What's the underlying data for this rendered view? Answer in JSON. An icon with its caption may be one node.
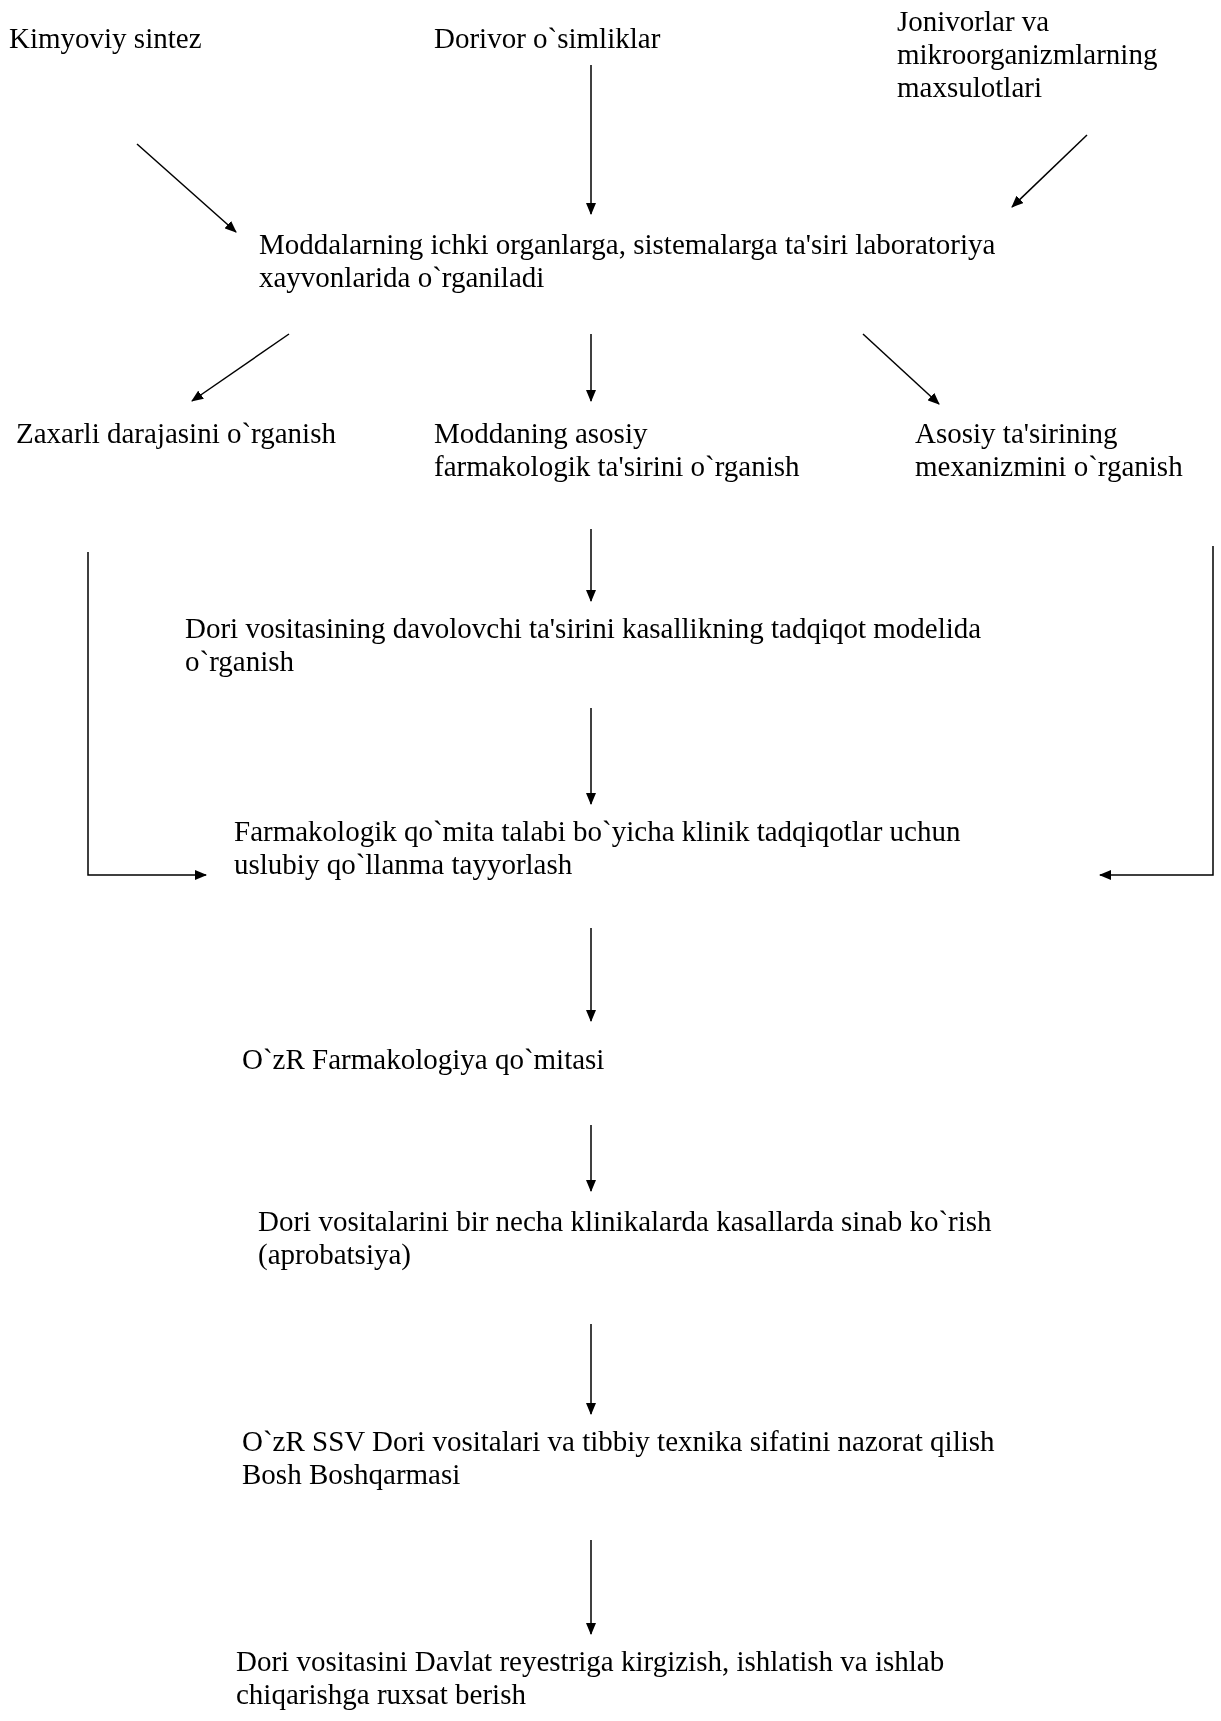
{
  "diagram": {
    "nodes": [
      {
        "text": [
          "Kimyoviy sintez"
        ]
      },
      {
        "text": [
          "Dorivor o`simliklar"
        ]
      },
      {
        "text": [
          "Jonivorlar va mikroorganizmlarning maxsulotlari"
        ]
      },
      {
        "text": [
          "Moddalarning ichki organlarga, sistemalarga ta'siri laboratoriya xayvonlarida o`rganiladi"
        ]
      },
      {
        "text": [
          "Zaxarli darajasini o`rganish"
        ]
      },
      {
        "text": [
          "Moddaning asosiy",
          "farmakologik ta'sirini o`rganish"
        ]
      },
      {
        "text": [
          "Asosiy ta'sirining",
          "mexanizmini o`rganish"
        ]
      },
      {
        "text": [
          "Dori vositasining davolovchi ta'sirini kasallikning tadqiqot modelida o`rganish"
        ]
      },
      {
        "text": [
          "Farmakologik qo`mita talabi bo`yicha klinik tadqiqotlar uchun uslubiy qo`llanma tayyorlash"
        ]
      },
      {
        "text": [
          "O`zR Farmakologiya qo`mitasi"
        ]
      },
      {
        "text": [
          "Dori vositalarini bir necha klinikalarda kasallarda sinab ko`rish (aprobatsiya)"
        ]
      },
      {
        "text": [
          "O`zR SSV Dori vositalari va tibbiy texnika sifatini nazorat qilish Bosh Boshqarmasi"
        ]
      },
      {
        "text": [
          "Dori vositasini Davlat reyestriga kirgizish, ishlatish va ishlab chiqarishga ruxsat berish"
        ]
      }
    ],
    "edges": [
      {
        "from": 0,
        "to": 3,
        "arrow": "to"
      },
      {
        "from": 1,
        "to": 3,
        "arrow": "to"
      },
      {
        "from": 2,
        "to": 3,
        "arrow": "to"
      },
      {
        "from": 3,
        "to": 4,
        "arrow": "to"
      },
      {
        "from": 3,
        "to": 5,
        "arrow": "to"
      },
      {
        "from": 3,
        "to": 6,
        "arrow": "to"
      },
      {
        "from": 5,
        "to": 7,
        "arrow": "to"
      },
      {
        "from": 7,
        "to": 8,
        "arrow": "to"
      },
      {
        "from": 4,
        "to": 8,
        "arrow": "to"
      },
      {
        "from": 6,
        "to": 8,
        "arrow": "to"
      },
      {
        "from": 8,
        "to": 9,
        "arrow": "to"
      },
      {
        "from": 9,
        "to": 10,
        "arrow": "to"
      },
      {
        "from": 10,
        "to": 11,
        "arrow": "to"
      },
      {
        "from": 11,
        "to": 12,
        "arrow": "to"
      }
    ]
  }
}
